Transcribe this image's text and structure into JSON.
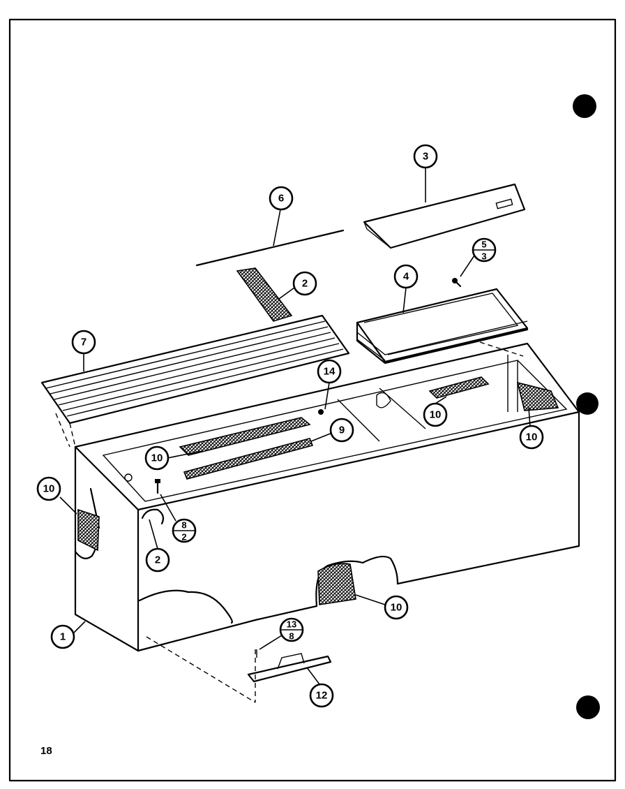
{
  "page_number": "18",
  "callouts": [
    {
      "id": "c3",
      "label": "3"
    },
    {
      "id": "c6",
      "label": "6"
    },
    {
      "id": "c2a",
      "label": "2"
    },
    {
      "id": "c4",
      "label": "4"
    },
    {
      "id": "c7",
      "label": "7"
    },
    {
      "id": "c14",
      "label": "14"
    },
    {
      "id": "c9",
      "label": "9"
    },
    {
      "id": "c10a",
      "label": "10"
    },
    {
      "id": "c10b",
      "label": "10"
    },
    {
      "id": "c10c",
      "label": "10"
    },
    {
      "id": "c10d",
      "label": "10"
    },
    {
      "id": "c10e",
      "label": "10"
    },
    {
      "id": "c2b",
      "label": "2"
    },
    {
      "id": "c1",
      "label": "1"
    },
    {
      "id": "c12",
      "label": "12"
    }
  ],
  "fractions": [
    {
      "id": "f53",
      "top": "5",
      "bottom": "3"
    },
    {
      "id": "f82",
      "top": "8",
      "bottom": "2"
    },
    {
      "id": "f138",
      "top": "13",
      "bottom": "8"
    }
  ]
}
